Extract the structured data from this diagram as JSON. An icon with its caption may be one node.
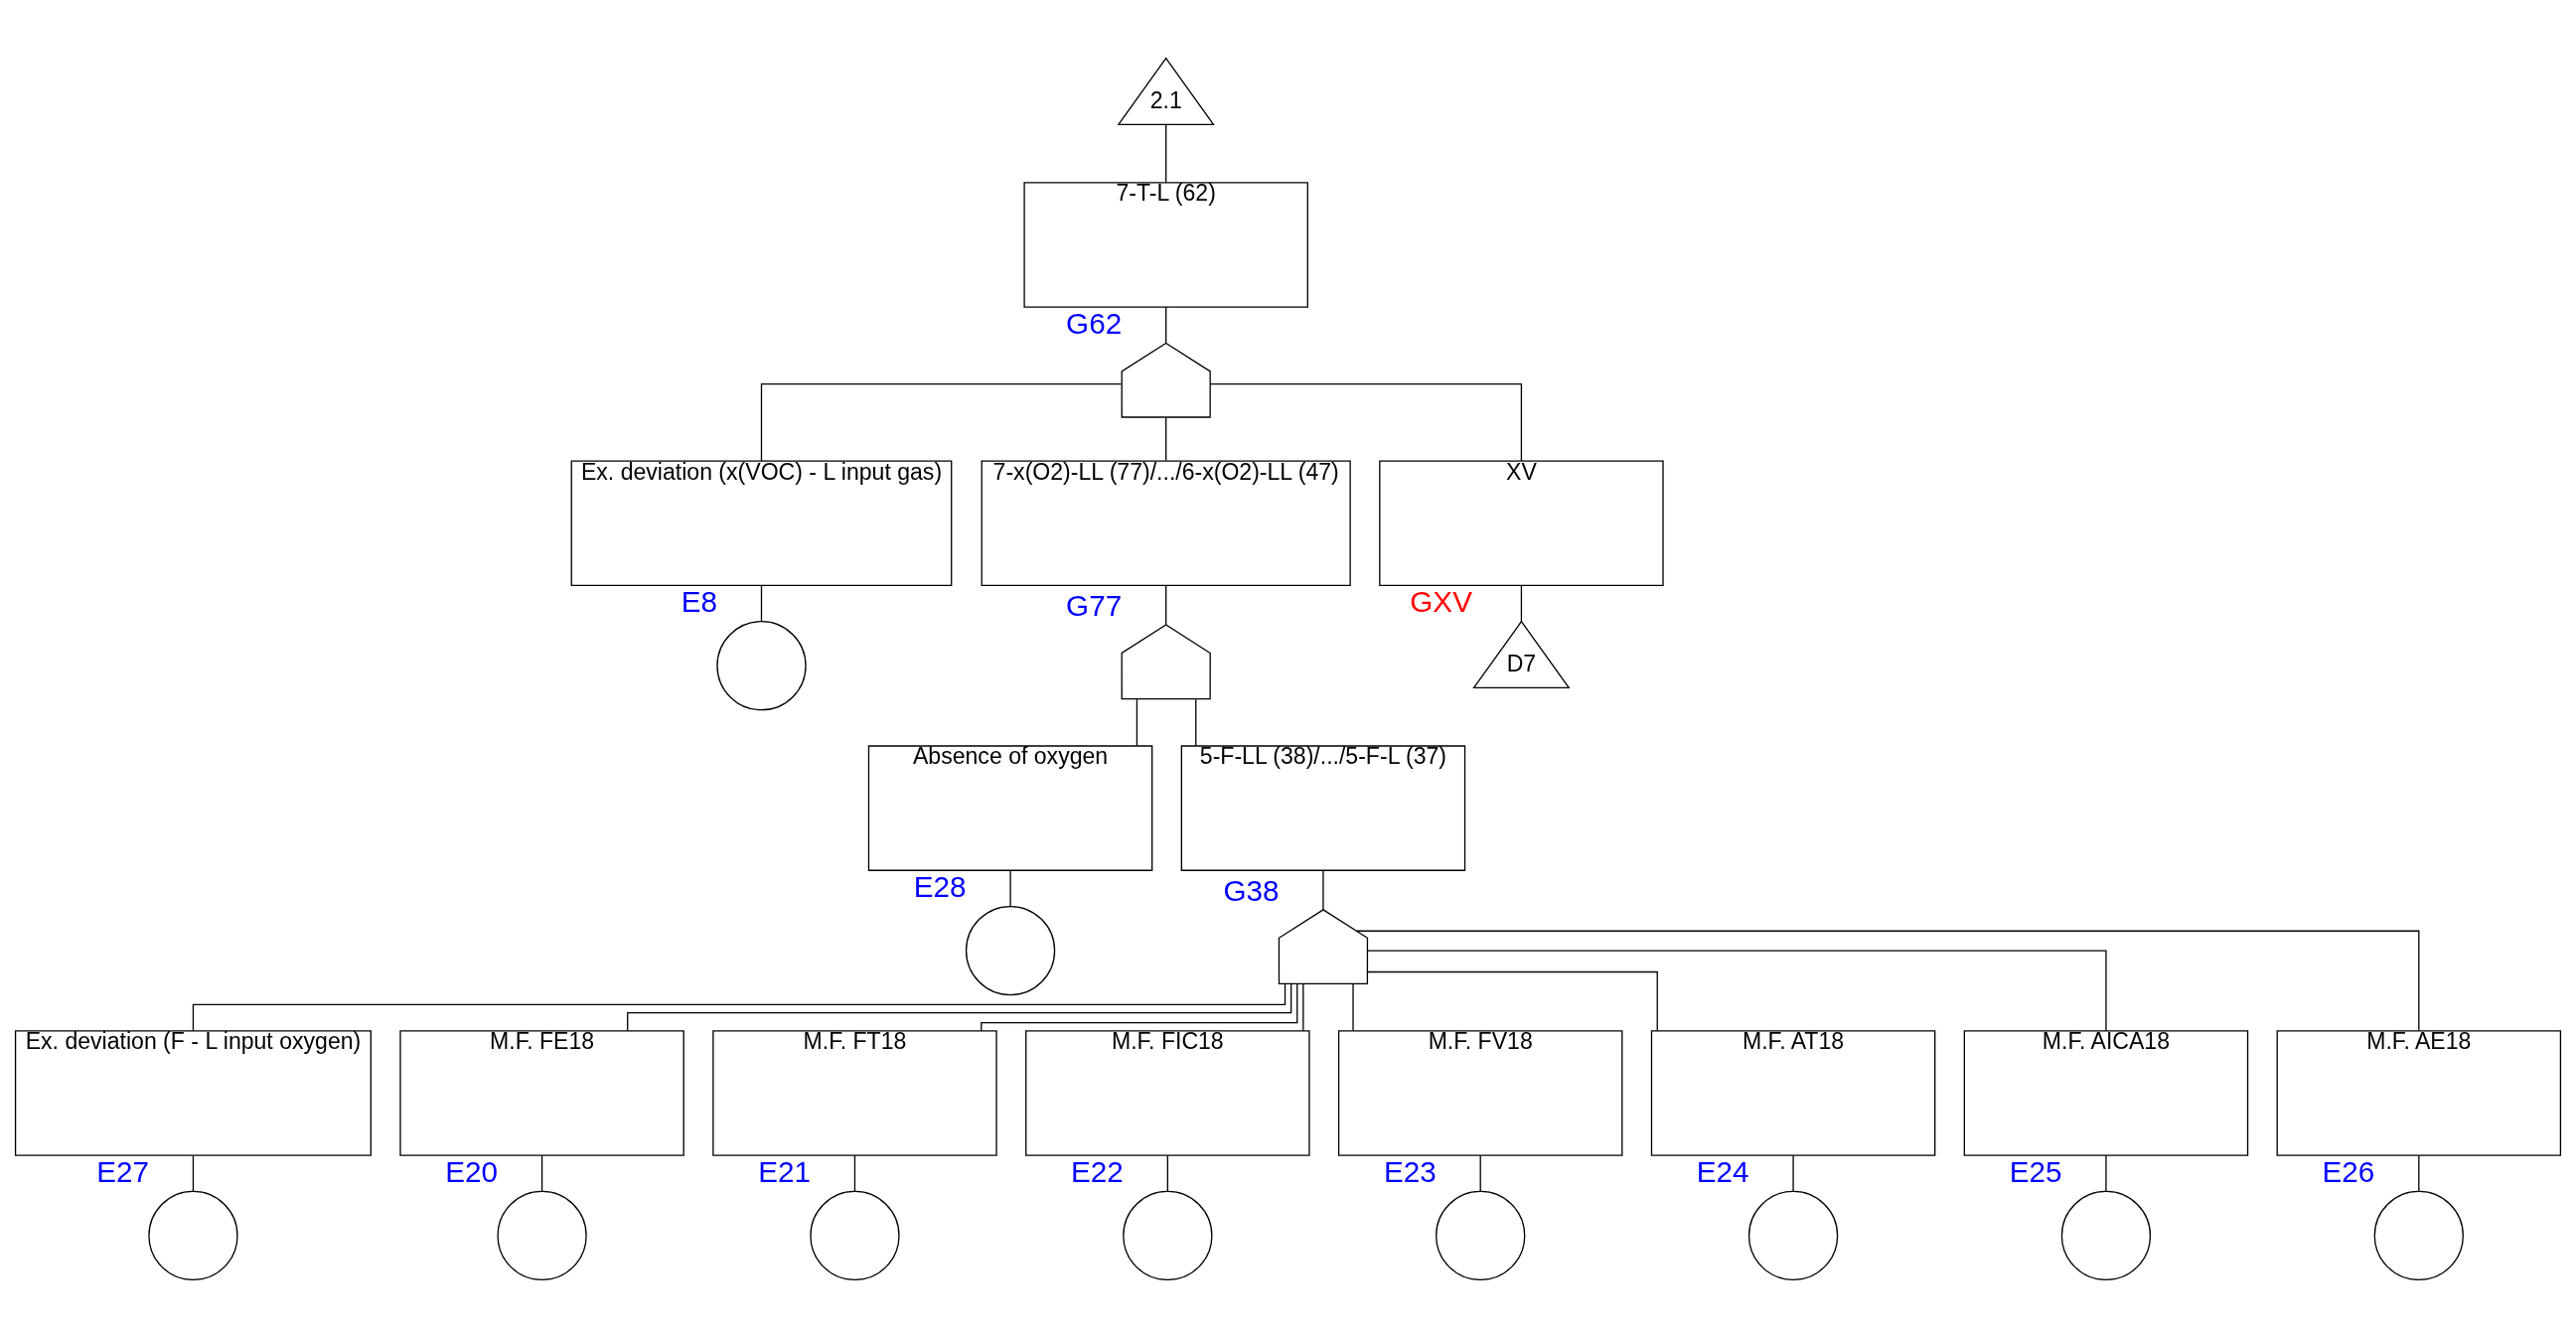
{
  "diagram": {
    "nodes": [
      {
        "text": [
          "2.1"
        ]
      },
      {
        "text": [
          "7-T-L (62)"
        ]
      },
      {
        "text": [],
        "shape": "gate",
        "beside": [
          "G62"
        ]
      },
      {
        "text": [
          "Ex. deviation (x(VOC) - L input gas)"
        ]
      },
      {
        "text": [
          "7-x(O2)-LL (77)/.../6-x(O2)-LL (47)"
        ]
      },
      {
        "text": [
          "XV"
        ]
      },
      {
        "text": [],
        "shape": "circle",
        "beside": [
          "E8"
        ]
      },
      {
        "text": [],
        "shape": "gate",
        "beside": [
          "G77"
        ]
      },
      {
        "text": [
          "D7"
        ],
        "beside": [
          "GXV"
        ]
      },
      {
        "text": [
          "Absence of oxygen"
        ]
      },
      {
        "text": [
          "5-F-LL (38)/.../5-F-L (37)"
        ]
      },
      {
        "text": [],
        "shape": "circle",
        "beside": [
          "E28"
        ]
      },
      {
        "text": [],
        "shape": "gate",
        "beside": [
          "G38"
        ]
      },
      {
        "text": [
          "Ex. deviation (F - L input oxygen)"
        ]
      },
      {
        "text": [
          "M.F. FE18"
        ]
      },
      {
        "text": [
          "M.F. FT18"
        ]
      },
      {
        "text": [
          "M.F. FIC18"
        ]
      },
      {
        "text": [
          "M.F. FV18"
        ]
      },
      {
        "text": [
          "M.F. AT18"
        ]
      },
      {
        "text": [
          "M.F. AICA18"
        ]
      },
      {
        "text": [
          "M.F. AE18"
        ]
      },
      {
        "text": [],
        "shape": "circle",
        "beside": [
          "E27"
        ]
      },
      {
        "text": [],
        "shape": "circle",
        "beside": [
          "E20"
        ]
      },
      {
        "text": [],
        "shape": "circle",
        "beside": [
          "E21"
        ]
      },
      {
        "text": [],
        "shape": "circle",
        "beside": [
          "E22"
        ]
      },
      {
        "text": [],
        "shape": "circle",
        "beside": [
          "E23"
        ]
      },
      {
        "text": [],
        "shape": "circle",
        "beside": [
          "E24"
        ]
      },
      {
        "text": [],
        "shape": "circle",
        "beside": [
          "E25"
        ]
      },
      {
        "text": [],
        "shape": "circle",
        "beside": [
          "E26"
        ]
      }
    ],
    "edges": [
      {
        "from": 0,
        "to": 1,
        "arrow": "none"
      },
      {
        "from": 1,
        "to": 2,
        "arrow": "none"
      },
      {
        "from": 2,
        "to": 3,
        "arrow": "none"
      },
      {
        "from": 2,
        "to": 4,
        "arrow": "none"
      },
      {
        "from": 2,
        "to": 5,
        "arrow": "none"
      },
      {
        "from": 3,
        "to": 6,
        "arrow": "none"
      },
      {
        "from": 4,
        "to": 7,
        "arrow": "none"
      },
      {
        "from": 5,
        "to": 8,
        "arrow": "none"
      },
      {
        "from": 7,
        "to": 9,
        "arrow": "none"
      },
      {
        "from": 7,
        "to": 10,
        "arrow": "none"
      },
      {
        "from": 9,
        "to": 11,
        "arrow": "none"
      },
      {
        "from": 10,
        "to": 12,
        "arrow": "none"
      },
      {
        "from": 12,
        "to": 13,
        "arrow": "none"
      },
      {
        "from": 12,
        "to": 14,
        "arrow": "none"
      },
      {
        "from": 12,
        "to": 15,
        "arrow": "none"
      },
      {
        "from": 12,
        "to": 16,
        "arrow": "none"
      },
      {
        "from": 12,
        "to": 17,
        "arrow": "none"
      },
      {
        "from": 12,
        "to": 18,
        "arrow": "none"
      },
      {
        "from": 12,
        "to": 19,
        "arrow": "none"
      },
      {
        "from": 12,
        "to": 20,
        "arrow": "none"
      },
      {
        "from": 13,
        "to": 21,
        "arrow": "none"
      },
      {
        "from": 14,
        "to": 22,
        "arrow": "none"
      },
      {
        "from": 15,
        "to": 23,
        "arrow": "none"
      },
      {
        "from": 16,
        "to": 24,
        "arrow": "none"
      },
      {
        "from": 17,
        "to": 25,
        "arrow": "none"
      },
      {
        "from": 18,
        "to": 26,
        "arrow": "none"
      },
      {
        "from": 19,
        "to": 27,
        "arrow": "none"
      },
      {
        "from": 20,
        "to": 28,
        "arrow": "none"
      }
    ]
  }
}
